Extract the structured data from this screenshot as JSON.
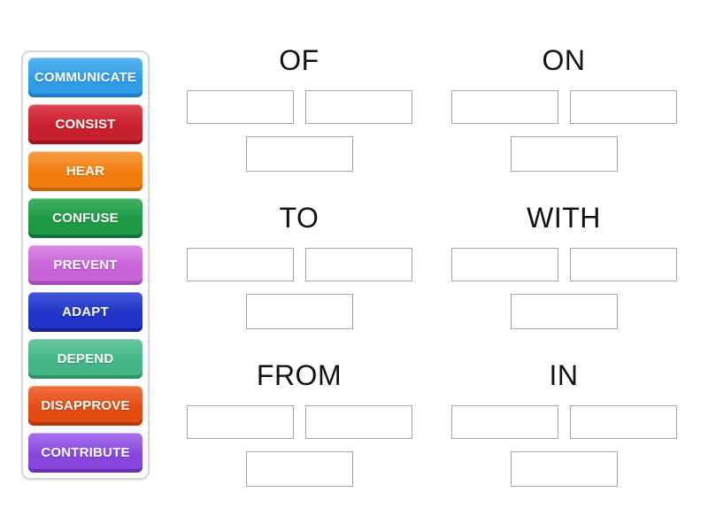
{
  "canvas": {
    "background": "#ffffff"
  },
  "word_bank": {
    "items": [
      {
        "label": "COMMUNICATE",
        "color": "#2f9ce8",
        "highlight": "#56b3f0",
        "edge": "#1d7fc6"
      },
      {
        "label": "CONSIST",
        "color": "#c9202f",
        "highlight": "#dd4352",
        "edge": "#9c1624"
      },
      {
        "label": "HEAR",
        "color": "#f07d0e",
        "highlight": "#f79c43",
        "edge": "#c5650a"
      },
      {
        "label": "CONFUSE",
        "color": "#1d9a44",
        "highlight": "#3fb364",
        "edge": "#147235"
      },
      {
        "label": "PREVENT",
        "color": "#c763d6",
        "highlight": "#d88ae3",
        "edge": "#a44cb2"
      },
      {
        "label": "ADAPT",
        "color": "#2134c7",
        "highlight": "#4356d6",
        "edge": "#16239c"
      },
      {
        "label": "DEPEND",
        "color": "#44b586",
        "highlight": "#68c7a0",
        "edge": "#2f9069"
      },
      {
        "label": "DISAPPROVE",
        "color": "#e44b12",
        "highlight": "#ef7140",
        "edge": "#b93a0c"
      },
      {
        "label": "CONTRIBUTE",
        "color": "#8747de",
        "highlight": "#a873ea",
        "edge": "#6b32b8"
      }
    ]
  },
  "groups": [
    {
      "label": "OF",
      "empty_slots": 3
    },
    {
      "label": "ON",
      "empty_slots": 3
    },
    {
      "label": "TO",
      "empty_slots": 3
    },
    {
      "label": "WITH",
      "empty_slots": 3
    },
    {
      "label": "FROM",
      "empty_slots": 3
    },
    {
      "label": "IN",
      "empty_slots": 3
    }
  ]
}
